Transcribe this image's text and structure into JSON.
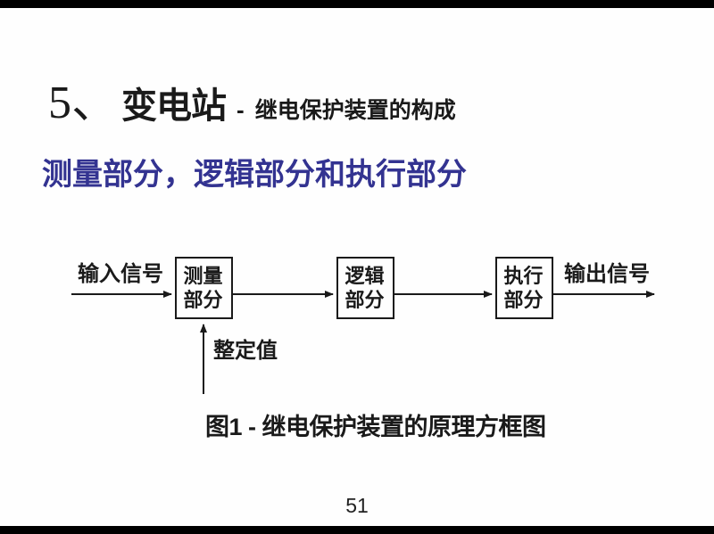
{
  "slide": {
    "background_color": "#fefefe",
    "edge_bar_color": "#000000"
  },
  "title": {
    "number": "5、",
    "main": "变电站",
    "separator": "-",
    "suffix": "继电保护装置的构成"
  },
  "subtitle": {
    "text": "测量部分，逻辑部分和执行部分",
    "color": "#333391"
  },
  "diagram": {
    "input_label": "输入信号",
    "output_label": "输出信号",
    "setting_label": "整定值",
    "boxes": [
      {
        "label": "测量部分"
      },
      {
        "label": "逻辑部分"
      },
      {
        "label": "执行部分"
      }
    ],
    "line_color": "#1a1a1a"
  },
  "caption": {
    "text": "图1 - 继电保护装置的原理方框图"
  },
  "footer": {
    "page_number": "51"
  }
}
